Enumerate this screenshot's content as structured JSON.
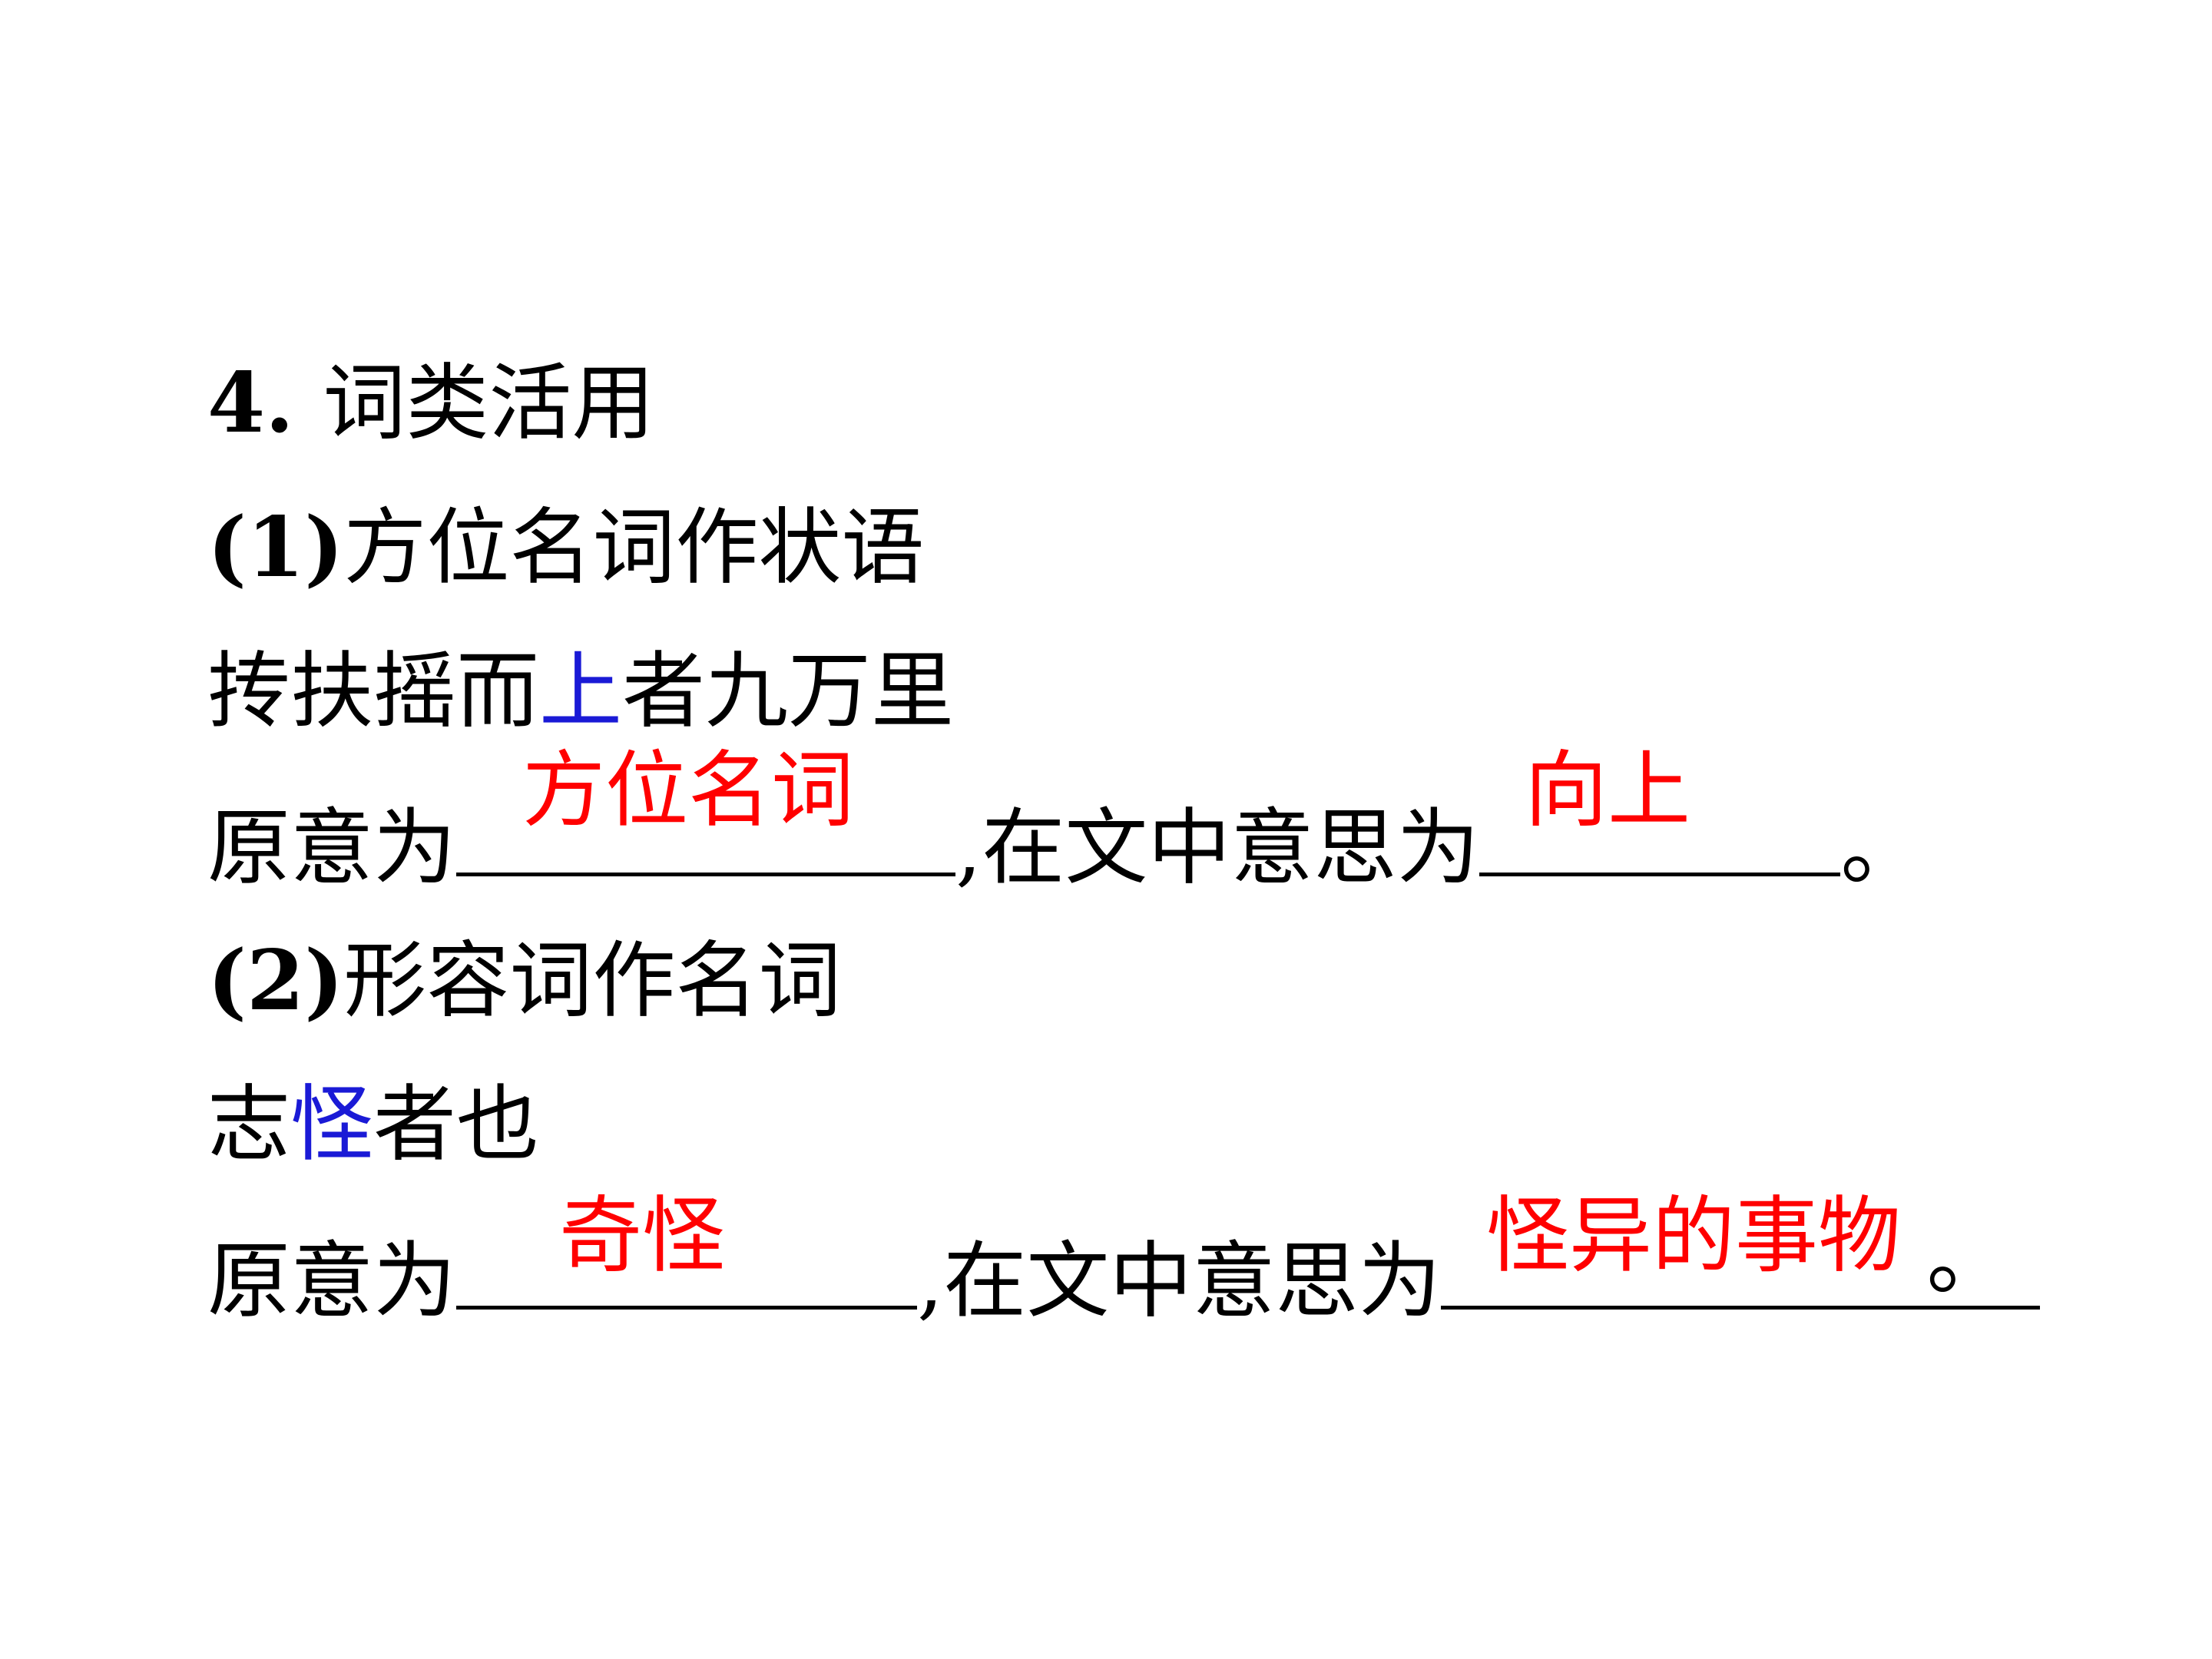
{
  "heading": {
    "number": "4.",
    "title": "词类活用"
  },
  "section1": {
    "label": "(1)",
    "title": "方位名词作状语",
    "sentence_before": "抟扶摇而",
    "sentence_highlight": "上",
    "sentence_after": "者九万里",
    "q_prefix": "原意为",
    "q_middle": ",在文中意思为",
    "q_end": "。",
    "answer_original": "方位名词",
    "answer_context": "向上"
  },
  "section2": {
    "label": "(2)",
    "title": "形容词作名词",
    "sentence_before": "志",
    "sentence_highlight": "怪",
    "sentence_after": "者也",
    "q_prefix": "原意为",
    "q_middle": ",在文中意思为",
    "q_end": "。",
    "answer_original": "奇怪",
    "answer_context": "怪异的事物"
  },
  "colors": {
    "text": "#000000",
    "highlight": "#1a1ad6",
    "answer": "#ff0000"
  }
}
